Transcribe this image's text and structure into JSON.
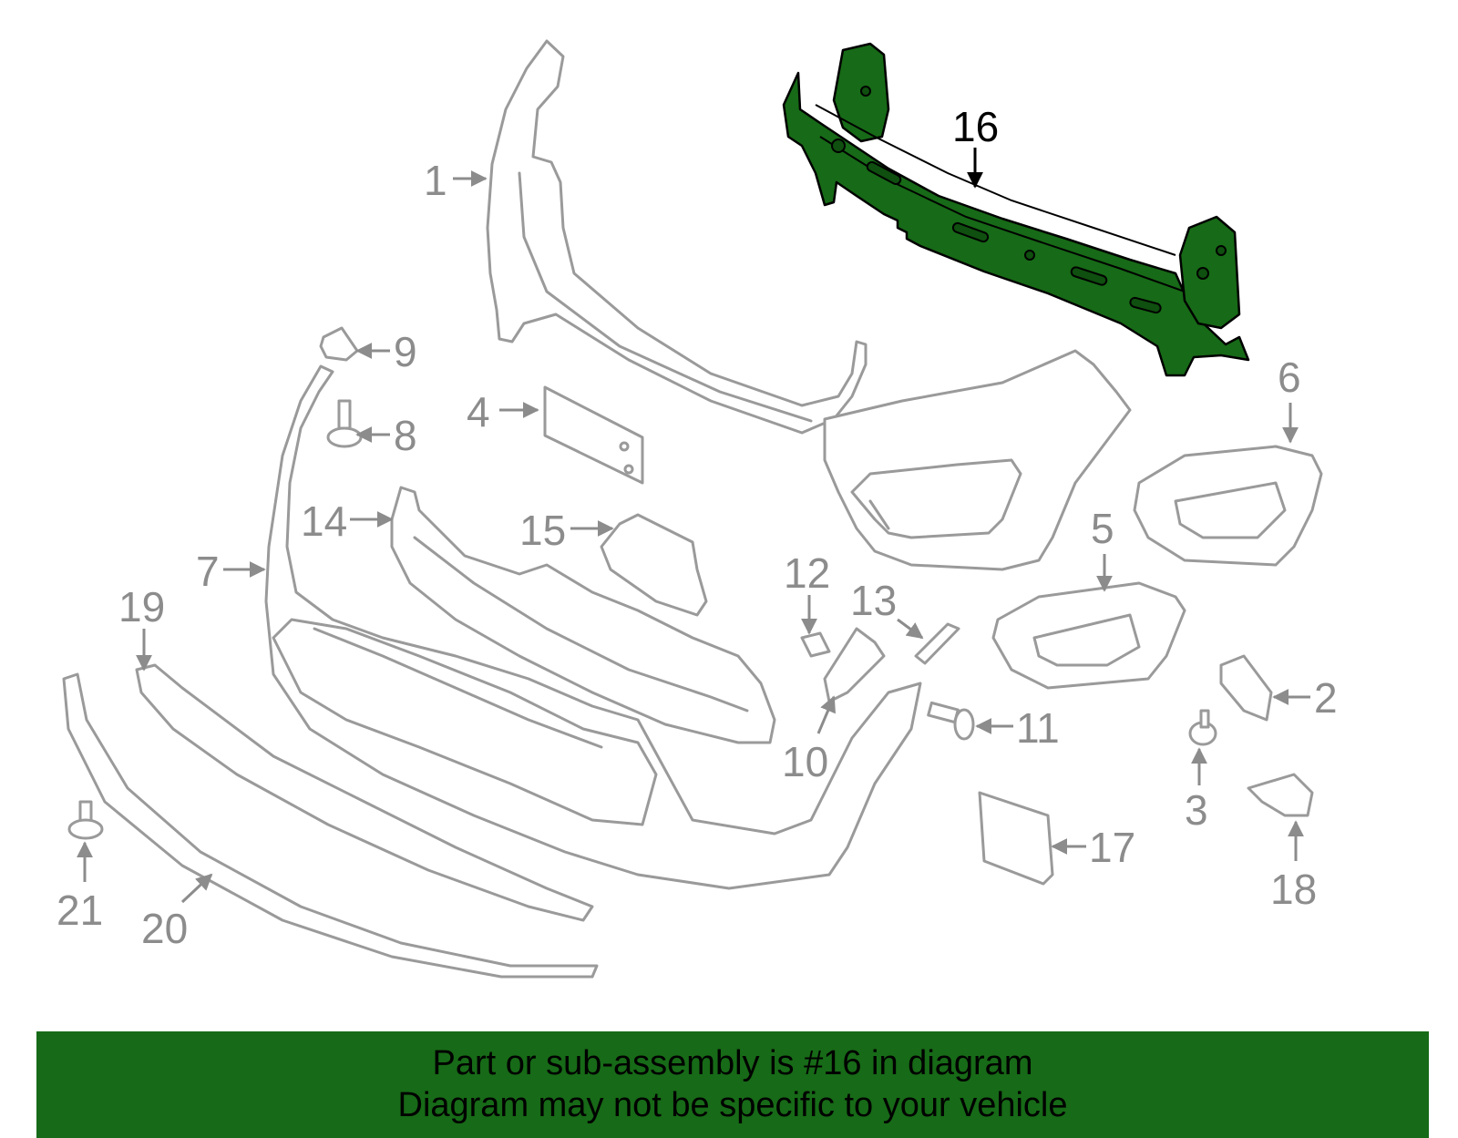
{
  "highlight_color": "#176a17",
  "outline_color": "#9a9a9a",
  "label_color": "#8c8c8c",
  "highlighted_part": "16",
  "callouts": [
    "1",
    "2",
    "3",
    "4",
    "5",
    "6",
    "7",
    "8",
    "9",
    "10",
    "11",
    "12",
    "13",
    "14",
    "15",
    "16",
    "17",
    "18",
    "19",
    "20",
    "21"
  ],
  "banner": {
    "line1": "Part or sub-assembly is #16 in diagram",
    "line2": "Diagram may not be specific to your vehicle"
  }
}
